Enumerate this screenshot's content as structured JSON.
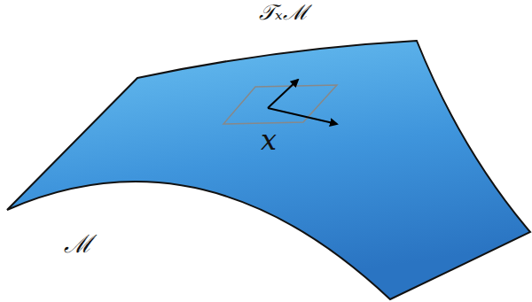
{
  "diagram": {
    "labels": [
      "𝒯ₓℳ",
      "x",
      "ℳ"
    ]
  }
}
